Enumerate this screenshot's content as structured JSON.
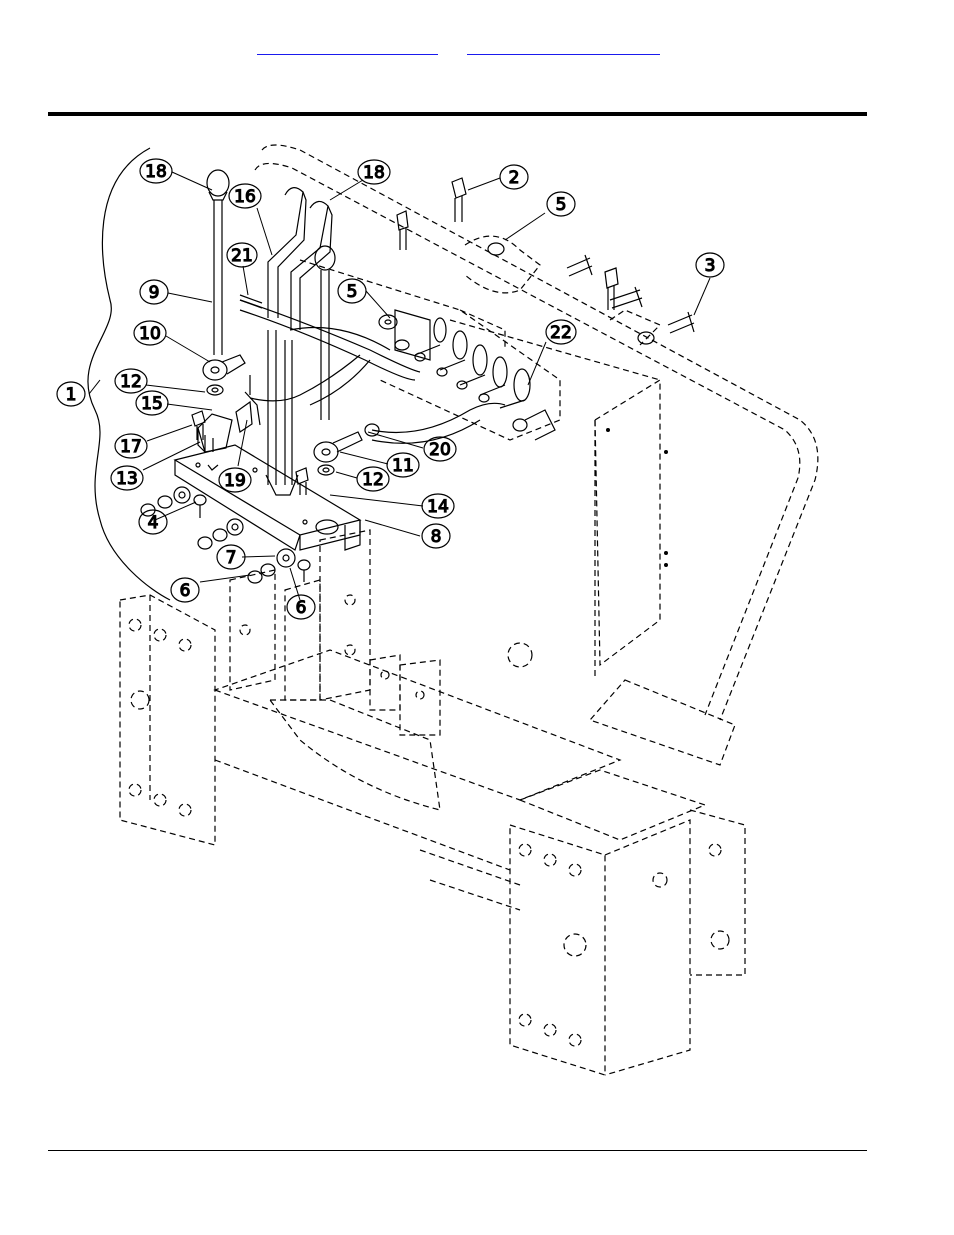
{
  "header": {
    "links": [
      "",
      ""
    ]
  },
  "callouts": [
    {
      "id": "18a",
      "text": "18"
    },
    {
      "id": "16",
      "text": "16"
    },
    {
      "id": "18b",
      "text": "18"
    },
    {
      "id": "2",
      "text": "2"
    },
    {
      "id": "5a",
      "text": "5"
    },
    {
      "id": "21",
      "text": "21"
    },
    {
      "id": "3",
      "text": "3"
    },
    {
      "id": "9",
      "text": "9"
    },
    {
      "id": "5b",
      "text": "5"
    },
    {
      "id": "22",
      "text": "22"
    },
    {
      "id": "10",
      "text": "10"
    },
    {
      "id": "1",
      "text": "1"
    },
    {
      "id": "12a",
      "text": "12"
    },
    {
      "id": "15",
      "text": "15"
    },
    {
      "id": "20",
      "text": "20"
    },
    {
      "id": "17",
      "text": "17"
    },
    {
      "id": "11",
      "text": "11"
    },
    {
      "id": "13",
      "text": "13"
    },
    {
      "id": "19",
      "text": "19"
    },
    {
      "id": "12b",
      "text": "12"
    },
    {
      "id": "14",
      "text": "14"
    },
    {
      "id": "4",
      "text": "4"
    },
    {
      "id": "8",
      "text": "8"
    },
    {
      "id": "7",
      "text": "7"
    },
    {
      "id": "6a",
      "text": "6"
    },
    {
      "id": "6b",
      "text": "6"
    }
  ]
}
